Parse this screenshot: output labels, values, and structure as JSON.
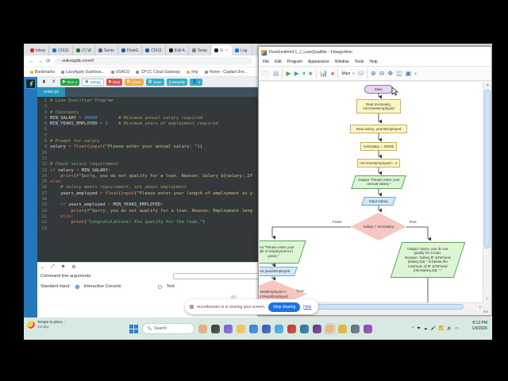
{
  "browser": {
    "tabs": [
      {
        "label": "Inbox",
        "color": "#d93025"
      },
      {
        "label": "CIS11",
        "color": "#1a73e8"
      },
      {
        "label": "(7) W",
        "color": "#188038"
      },
      {
        "label": "Senio",
        "color": "#5f6368"
      },
      {
        "label": "FlowG",
        "color": "#1a5bb8"
      },
      {
        "label": "CIS11",
        "color": "#1a5bb8"
      },
      {
        "label": "Edit A",
        "color": "#202124"
      },
      {
        "label": "Temp",
        "color": "#80868b"
      },
      {
        "label": "G",
        "color": "#0d2740",
        "active": true,
        "close": "×"
      },
      {
        "label": "Log",
        "color": "#1a73e8"
      }
    ],
    "nav": {
      "back": "←",
      "forward": "→",
      "reload": "⟳",
      "url": "onlinegdb.com/#"
    },
    "bookmarks": [
      "Bookmarks",
      "LazyApply Dashboa...",
      "USACO",
      "CPCC Cloud Gateway",
      "Imp",
      "Home - Capital One..."
    ],
    "gdb_toolbar": [
      {
        "name": "file-icon",
        "label": "",
        "icon": "▮",
        "bg": "transparent",
        "fg": "#222"
      },
      {
        "name": "upload-icon",
        "label": "",
        "icon": "⬆",
        "bg": "transparent",
        "fg": "#555"
      },
      {
        "name": "run-button",
        "label": "Run",
        "icon": "▶",
        "bg": "#28a745",
        "fg": "#fff",
        "caret": "▾"
      },
      {
        "name": "debug-button",
        "label": "Debug",
        "icon": "◉",
        "bg": "#ffffff",
        "fg": "#2176bd",
        "border": "#b8c4cc"
      },
      {
        "name": "stop-button",
        "label": "Stop",
        "icon": "■",
        "bg": "#d9534f",
        "fg": "#fff"
      },
      {
        "name": "share-button",
        "label": "Share",
        "icon": "⧉",
        "bg": "#f0ad4e",
        "fg": "#fff"
      },
      {
        "name": "save-button",
        "label": "Save",
        "icon": "▤",
        "bg": "#31b0c6",
        "fg": "#fff"
      },
      {
        "name": "beautify-button",
        "label": "{} Beautify",
        "icon": "",
        "bg": "#31b0c6",
        "fg": "#fff"
      },
      {
        "name": "user-menu-button",
        "label": "",
        "icon": "👤",
        "bg": "#31b0c6",
        "fg": "#fff",
        "caret": "▾"
      }
    ],
    "file_tab": "main.py",
    "code_lines": [
      {
        "n": 1,
        "t": [
          [
            "c",
            "# Loan Qualifier Program"
          ]
        ]
      },
      {
        "n": 2,
        "t": []
      },
      {
        "n": 3,
        "t": [
          [
            "c",
            "# Constants"
          ]
        ]
      },
      {
        "n": 4,
        "t": [
          [
            "p",
            "MIN_SALARY "
          ],
          [
            "o",
            "= "
          ],
          [
            "n",
            "30000"
          ],
          [
            "p",
            "        "
          ],
          [
            "c",
            "# Minimum annual salary required"
          ]
        ]
      },
      {
        "n": 5,
        "t": [
          [
            "p",
            "MIN_YEARS_EMPLOYED "
          ],
          [
            "o",
            "= "
          ],
          [
            "n",
            "2"
          ],
          [
            "p",
            "    "
          ],
          [
            "c",
            "# Minimum years of employment required"
          ]
        ]
      },
      {
        "n": 6,
        "t": []
      },
      {
        "n": 7,
        "t": []
      },
      {
        "n": 8,
        "t": [
          [
            "c",
            "# Prompt for salary"
          ]
        ]
      },
      {
        "n": 9,
        "t": [
          [
            "p",
            "salary "
          ],
          [
            "o",
            "= "
          ],
          [
            "f",
            "float"
          ],
          [
            "p",
            "("
          ],
          [
            "f",
            "input"
          ],
          [
            "p",
            "("
          ],
          [
            "s",
            "\"Please enter your annual salary: \""
          ],
          [
            "p",
            "))"
          ]
        ]
      },
      {
        "n": 10,
        "t": []
      },
      {
        "n": 11,
        "t": []
      },
      {
        "n": 12,
        "t": [
          [
            "c",
            "# Check salary requirement"
          ]
        ]
      },
      {
        "n": 13,
        "t": [
          [
            "k",
            "if "
          ],
          [
            "p",
            "salary "
          ],
          [
            "o",
            "< "
          ],
          [
            "p",
            "MIN_SALARY:"
          ]
        ]
      },
      {
        "n": 14,
        "t": [
          [
            "p",
            "    "
          ],
          [
            "f",
            "print"
          ],
          [
            "p",
            "("
          ],
          [
            "s",
            "f\"Sorry, you do not qualify for a loan. Reason: Salary ${salary:.2f"
          ]
        ]
      },
      {
        "n": 15,
        "t": [
          [
            "k",
            "else:"
          ]
        ]
      },
      {
        "n": 16,
        "t": [
          [
            "p",
            "    "
          ],
          [
            "c",
            "# Salary meets requirement, ask about employment"
          ]
        ]
      },
      {
        "n": 17,
        "t": [
          [
            "p",
            "    years_employed "
          ],
          [
            "o",
            "= "
          ],
          [
            "f",
            "float"
          ],
          [
            "p",
            "("
          ],
          [
            "f",
            "input"
          ],
          [
            "p",
            "("
          ],
          [
            "s",
            "\"Please enter your length of employment in y"
          ]
        ]
      },
      {
        "n": 18,
        "t": []
      },
      {
        "n": 19,
        "t": [
          [
            "p",
            "    "
          ],
          [
            "k",
            "if "
          ],
          [
            "p",
            "years_employed "
          ],
          [
            "o",
            "< "
          ],
          [
            "p",
            "MIN_YEARS_EMPLOYED:"
          ]
        ]
      },
      {
        "n": 20,
        "t": [
          [
            "p",
            "        "
          ],
          [
            "f",
            "print"
          ],
          [
            "p",
            "("
          ],
          [
            "s",
            "f\"Sorry, you do not qualify for a loan. Reason: Employment leng"
          ]
        ]
      },
      {
        "n": 21,
        "t": [
          [
            "p",
            "    "
          ],
          [
            "k",
            "else:"
          ]
        ]
      },
      {
        "n": 22,
        "t": [
          [
            "p",
            "        "
          ],
          [
            "f",
            "print"
          ],
          [
            "p",
            "("
          ],
          [
            "g",
            "\"Congratulations! You qualify for the loan.\""
          ],
          [
            "p",
            ")"
          ]
        ]
      },
      {
        "n": 23,
        "t": []
      }
    ],
    "bottom_panel": {
      "icons": [
        "chevron-down-icon",
        "expand-icon",
        "flag-icon",
        "gear-icon"
      ],
      "icon_glyphs": [
        "⌄",
        "⤢",
        "⚑",
        "⚙"
      ],
      "cmd_label": "Command line arguments:",
      "stdin_label": "Standard Input:",
      "radio_interactive": "Interactive Console",
      "radio_text": "Text",
      "ad": "AD"
    }
  },
  "flowgorithm": {
    "title": "FlowGorithm4.1_J_LoanQualifier - Flowgorithm",
    "window_controls": [
      "–",
      "□",
      "×"
    ],
    "menus": [
      "File",
      "Edit",
      "Program",
      "Appearance",
      "Window",
      "Tools",
      "Help"
    ],
    "toolbar_icons": [
      {
        "name": "open-folder-icon",
        "glyph": "🗁",
        "color": "#e8b64c"
      },
      {
        "name": "save-icon",
        "glyph": "▤",
        "color": "#9aa7b0"
      },
      {
        "name": "run-icon",
        "glyph": "▶",
        "color": "#3fae49"
      },
      {
        "name": "step-icon",
        "glyph": "▶",
        "color": "#2aa8c4"
      },
      {
        "name": "pause-icon",
        "glyph": "⏸",
        "color": "#2aa8c4"
      },
      {
        "name": "stop-icon",
        "glyph": "■",
        "color": "#9aa7b0"
      },
      {
        "name": "layout-icon",
        "glyph": "📊",
        "color": "#4a7fb5"
      },
      {
        "name": "breakpoint-icon",
        "glyph": "●",
        "color": "#d95a7a"
      }
    ],
    "function_selector": {
      "label": "Main",
      "caret": "▼",
      "caret_color": "#2aa8c4"
    },
    "data_icon": {
      "name": "variables-icon",
      "glyph": "⛁",
      "color": "#b07fd6"
    },
    "toolbar_icons2": [
      {
        "name": "zoom-in-icon",
        "glyph": "⊕",
        "color": "#4a7fb5"
      },
      {
        "name": "zoom-out-icon",
        "glyph": "⊖",
        "color": "#4a7fb5"
      },
      {
        "name": "pan-icon",
        "glyph": "✥",
        "color": "#4a7fb5"
      },
      {
        "name": "window-split-icon",
        "glyph": "◫",
        "color": "#4a7fb5"
      },
      {
        "name": "watch-icon",
        "glyph": "▣",
        "color": "#4a7fb5"
      },
      {
        "name": "overflow-icon",
        "glyph": "›",
        "color": "#666"
      }
    ],
    "status_corner": "EN",
    "flowchart": {
      "nodes": [
        {
          "id": "main",
          "type": "terminal",
          "text": "Main"
        },
        {
          "id": "decl1",
          "type": "declare",
          "text": "Real minSalary,\nminYearsEmployed"
        },
        {
          "id": "decl2",
          "type": "declare",
          "text": "Real salary, yearsEmployed"
        },
        {
          "id": "asg1",
          "type": "assign",
          "text": "minSalary = 30000"
        },
        {
          "id": "asg2",
          "type": "assign",
          "text": "minYearsEmployed = 2"
        },
        {
          "id": "out1",
          "type": "output",
          "text": "Output \"Please enter your\nannual salary.\""
        },
        {
          "id": "in1",
          "type": "input",
          "text": "Input salary"
        },
        {
          "id": "dec1",
          "type": "decision",
          "text": "salary < minSalary"
        },
        {
          "id": "outTrue",
          "type": "output",
          "text": "Output \"Sorry, you do not\nqualify for a loan.\nReason: Salary $\" &ToFixed\n(salary,2)& \" is below the\nminimum of $\" &ToFixed\n(minSalary,2)& \".\""
        },
        {
          "id": "outFalse",
          "type": "output",
          "text": "Output \"Please enter your\nlength of employment in\nyears.\""
        },
        {
          "id": "in2",
          "type": "input",
          "text": "Input yearsEmployed"
        },
        {
          "id": "dec2",
          "type": "decision",
          "text": "yearsEmployed <\nminYearsEmployed"
        }
      ],
      "labels": [
        {
          "id": "dec1-false",
          "text": "False"
        },
        {
          "id": "dec1-true",
          "text": "True"
        },
        {
          "id": "dec2-true",
          "text": "True"
        }
      ]
    }
  },
  "notification": {
    "text": "recordscreen.io is sharing your screen.",
    "stop_label": "Stop sharing",
    "hide_label": "Hide"
  },
  "taskbar": {
    "weather_line1": "Temps to plum...",
    "weather_line2": "Sunday",
    "search_placeholder": "Search",
    "icons": [
      {
        "name": "people-icon",
        "color": "#e8a87c"
      },
      {
        "name": "photos-app-icon",
        "color": "#3a3a3a"
      },
      {
        "name": "paint-app-icon",
        "color": "#7b5fd6"
      },
      {
        "name": "folder-icon",
        "color": "#f5c34e"
      },
      {
        "name": "edge-icon",
        "color": "#2f84d6"
      },
      {
        "name": "app-blue-icon",
        "color": "#3458c0"
      },
      {
        "name": "browser-icon",
        "color": "#4aa3e0"
      },
      {
        "name": "mcafee-icon",
        "color": "#c0392b"
      },
      {
        "name": "hp-icon",
        "color": "#2471a3"
      },
      {
        "name": "vpn-icon",
        "color": "#6c3483"
      },
      {
        "name": "flowgorithm-app-icon",
        "color": "#f0b27a",
        "active": true
      },
      {
        "name": "chrome-icon",
        "color": "#e3b330"
      },
      {
        "name": "notepad-icon",
        "color": "#5d6d7e"
      },
      {
        "name": "office-icon",
        "color": "#8e44ad"
      }
    ],
    "tray_glyphs": [
      "^",
      "❤",
      "☁",
      "🎤",
      "📶",
      "🔊",
      "▭"
    ],
    "time": "8:13 PM",
    "date": "1/9/2026"
  }
}
